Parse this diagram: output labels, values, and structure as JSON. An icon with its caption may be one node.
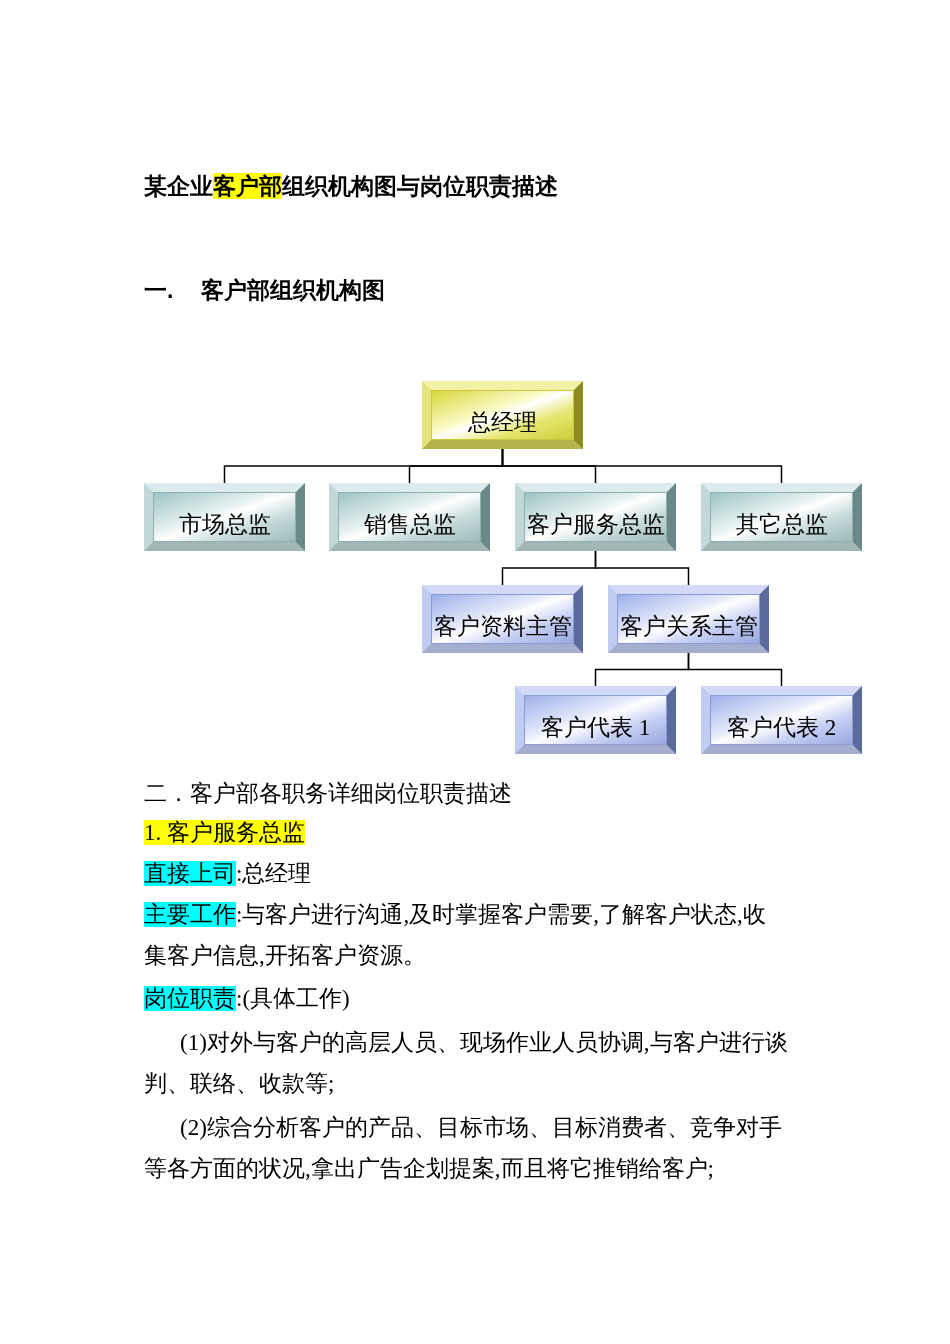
{
  "diagram": {
    "title": "某企业客户部组织机构图与岗位职责描述",
    "nodes": [
      {
        "text": [
          "总经理"
        ]
      },
      {
        "text": [
          "市场总监"
        ]
      },
      {
        "text": [
          "销售总监"
        ]
      },
      {
        "text": [
          "客户服务总监"
        ]
      },
      {
        "text": [
          "其它总监"
        ]
      },
      {
        "text": [
          "客户资料主管"
        ]
      },
      {
        "text": [
          "客户关系主管"
        ]
      },
      {
        "text": [
          "客户代表 1"
        ]
      },
      {
        "text": [
          "客户代表 2"
        ]
      }
    ],
    "edges": [
      {
        "from": 0,
        "to": 1,
        "arrow": "none"
      },
      {
        "from": 0,
        "to": 2,
        "arrow": "none"
      },
      {
        "from": 0,
        "to": 3,
        "arrow": "none"
      },
      {
        "from": 0,
        "to": 4,
        "arrow": "none"
      },
      {
        "from": 3,
        "to": 5,
        "arrow": "none"
      },
      {
        "from": 3,
        "to": 6,
        "arrow": "none"
      },
      {
        "from": 6,
        "to": 7,
        "arrow": "none"
      },
      {
        "from": 6,
        "to": 8,
        "arrow": "none"
      }
    ],
    "labels": [
      "一.",
      "客户部组织机构图",
      "二．客户部各职务详细岗位职责描述",
      "1. 客户服务总监",
      "直接上司:总经理",
      "主要工作:与客户进行沟通,及时掌握客户需要,了解客户状态,收集客户信息,开拓客户资源。",
      "岗位职责:(具体工作)",
      "(1)对外与客户的高层人员、现场作业人员协调,与客户进行谈判、联络、收款等;",
      "(2)综合分析客户的产品、目标市场、目标消费者、竞争对手等各方面的状况,拿出广告企划提案,而且将它推销给客户;"
    ]
  }
}
